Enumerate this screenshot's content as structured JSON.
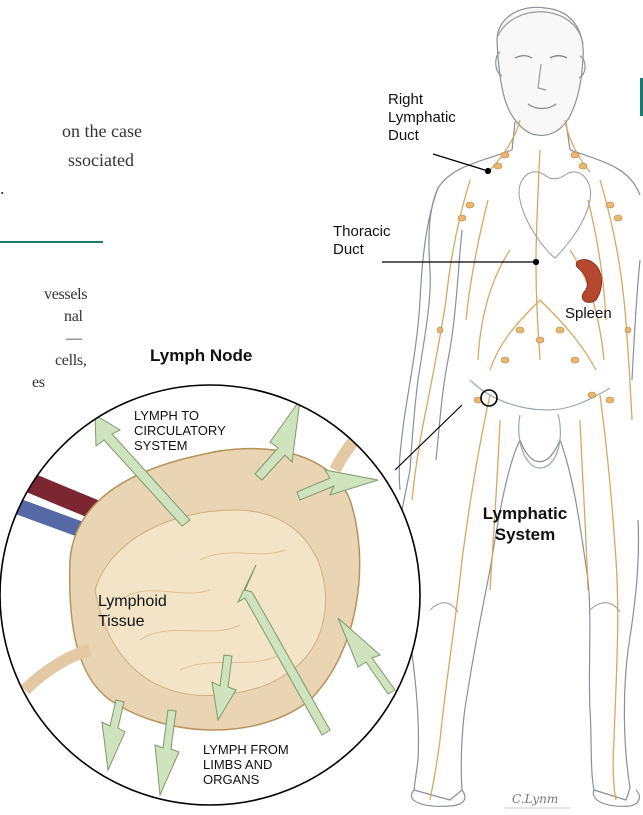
{
  "page_fragments": [
    "on the case",
    "ssociated",
    ".",
    "vessels",
    "nal",
    "—",
    "cells,",
    "es"
  ],
  "labels": {
    "right_lymphatic_duct": [
      "Right",
      "Lymphatic",
      "Duct"
    ],
    "thoracic_duct": [
      "Thoracic",
      "Duct"
    ],
    "spleen": "Spleen",
    "lymph_node_title": "Lymph Node",
    "lymph_to_circulatory": [
      "LYMPH TO",
      "CIRCULATORY",
      "SYSTEM"
    ],
    "lymphoid_tissue": [
      "Lymphoid",
      "Tissue"
    ],
    "lymph_from_limbs": [
      "LYMPH FROM",
      "LIMBS AND",
      "ORGANS"
    ],
    "lymphatic_system": [
      "Lymphatic",
      "System"
    ]
  },
  "signature": "C.Lynm",
  "colors": {
    "accent_rule": "#1e7a6e",
    "lymph_vessel": "#d9a25a",
    "spleen": "#b5482f",
    "node_tissue": "#e8d4b4",
    "arrow_fill": "#cfe3bf"
  }
}
